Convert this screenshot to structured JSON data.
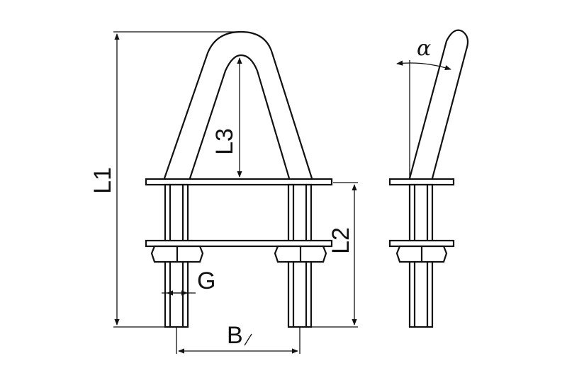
{
  "labels": {
    "l1": "L1",
    "l2": "L2",
    "l3": "L3",
    "g": "G",
    "b": "B",
    "alpha": "α"
  },
  "colors": {
    "line": "#111111",
    "background": "#ffffff"
  }
}
